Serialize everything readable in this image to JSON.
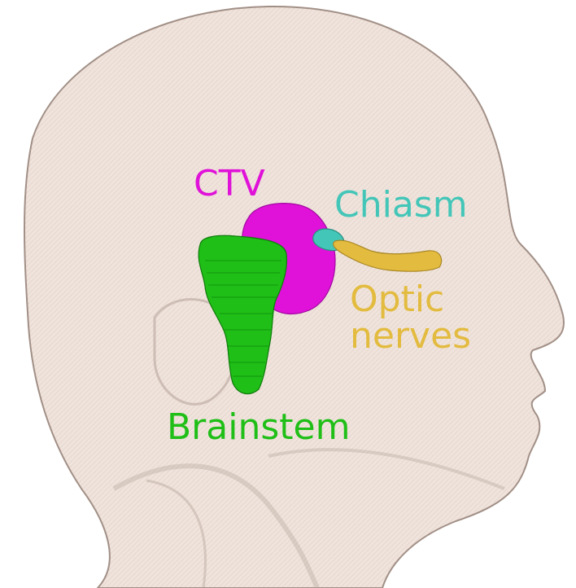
{
  "labels": {
    "ctv": "CTV",
    "chiasm": "Chiasm",
    "optic_line1": "Optic",
    "optic_line2": "nerves",
    "brainstem": "Brainstem"
  },
  "colors": {
    "skin": "#efe2da",
    "skin_edge": "#a08e84",
    "ctv": "#e011d8",
    "chiasm": "#43c6b8",
    "optic_nerves": "#e3bb3f",
    "brainstem": "#1fbf17"
  }
}
